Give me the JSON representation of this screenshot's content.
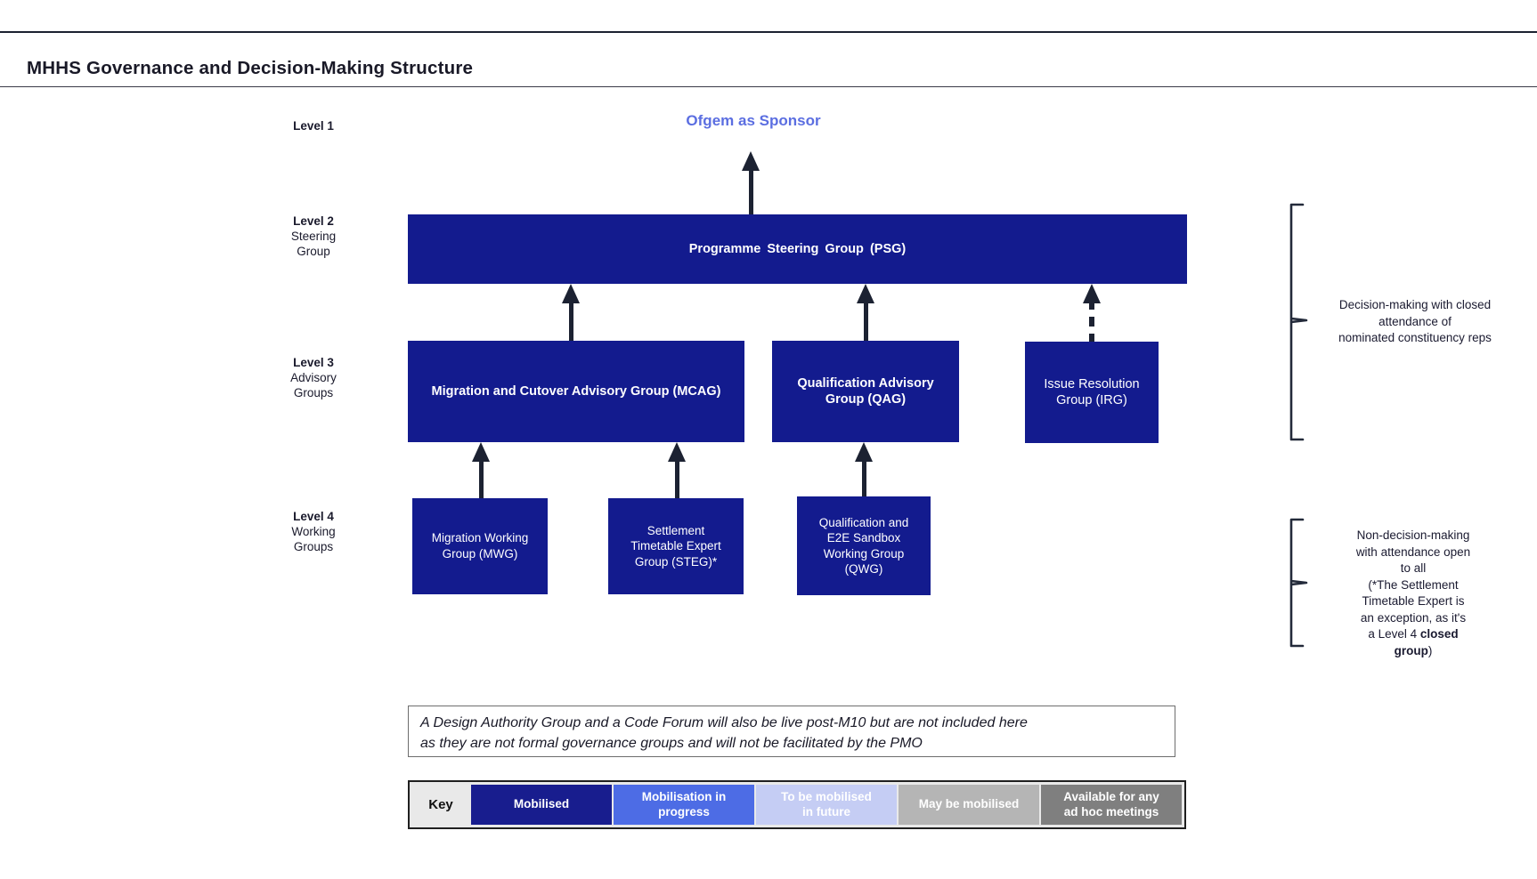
{
  "title": "MHHS Governance and Decision-Making Structure",
  "sponsor": {
    "label": "Ofgem as Sponsor"
  },
  "levels": [
    {
      "name": "Level 1",
      "sub": ""
    },
    {
      "name": "Level 2",
      "sub": "Steering\nGroup"
    },
    {
      "name": "Level 3",
      "sub": "Advisory\nGroups"
    },
    {
      "name": "Level 4",
      "sub": "Working\nGroups"
    }
  ],
  "boxes": {
    "psg": {
      "label": "Programme Steering Group (PSG)",
      "status": "mobilised"
    },
    "mcag": {
      "label": "Migration and Cutover Advisory Group (MCAG)",
      "status": "mobilised"
    },
    "qag": {
      "label": "Qualification Advisory\nGroup (QAG)",
      "status": "mobilised"
    },
    "irg": {
      "label": "Issue Resolution\nGroup (IRG)",
      "status": "mobilised"
    },
    "mwg": {
      "label": "Migration Working\nGroup (MWG)",
      "status": "mobilised"
    },
    "steg": {
      "label": "Settlement\nTimetable Expert\nGroup (STEG)*",
      "status": "mobilised"
    },
    "qwg": {
      "label": "Qualification and\nE2E Sandbox\nWorking Group\n(QWG)",
      "status": "mobilised"
    }
  },
  "annotations": {
    "decision": "Decision-making with closed\nattendance of\nnominated constituency reps",
    "non_decision": {
      "lines": "Non-decision-making\nwith attendance open\nto all\n(*The Settlement\nTimetable Expert is\nan exception, as it's",
      "line7_pre": "a Level 4 ",
      "line7_bold": "closed",
      "line8_bold": "group",
      "line8_after": ")"
    }
  },
  "note": {
    "line1": "A Design Authority Group and a Code Forum will also be live post-M10 but are not included here",
    "line2": "as they are not formal governance groups and will not be facilitated by the PMO"
  },
  "key": {
    "label": "Key",
    "items": [
      {
        "label": "Mobilised",
        "color": "#181d8e"
      },
      {
        "label": "Mobilisation in\nprogress",
        "color": "#4d6ce5"
      },
      {
        "label": "To be mobilised\nin future",
        "color": "#c5cdf4"
      },
      {
        "label": "May be mobilised",
        "color": "#b5b5b5"
      },
      {
        "label": "Available for any\nad hoc meetings",
        "color": "#7f7f7f"
      }
    ]
  },
  "colors": {
    "mobilised": "#131b8e",
    "in_progress": "#4d6ce5",
    "to_be_mobilised": "#c5cdf4",
    "may_be_mobilised": "#b5b5b5",
    "ad_hoc": "#7f7f7f",
    "sponsor_text": "#5b6ee1",
    "arrow": "#1c2232"
  }
}
